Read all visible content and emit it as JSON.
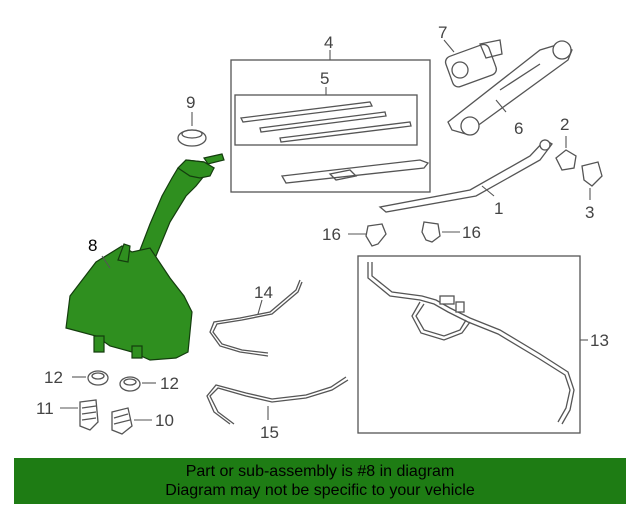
{
  "diagram": {
    "highlight_color": "#2f8f1f",
    "parts": [
      {
        "id": "1",
        "label": "1"
      },
      {
        "id": "2",
        "label": "2"
      },
      {
        "id": "3",
        "label": "3"
      },
      {
        "id": "4",
        "label": "4"
      },
      {
        "id": "5",
        "label": "5"
      },
      {
        "id": "6",
        "label": "6"
      },
      {
        "id": "7",
        "label": "7"
      },
      {
        "id": "8",
        "label": "8",
        "highlighted": true
      },
      {
        "id": "9",
        "label": "9"
      },
      {
        "id": "10",
        "label": "10"
      },
      {
        "id": "11",
        "label": "11"
      },
      {
        "id": "12a",
        "label": "12"
      },
      {
        "id": "12b",
        "label": "12"
      },
      {
        "id": "13",
        "label": "13"
      },
      {
        "id": "14",
        "label": "14"
      },
      {
        "id": "15",
        "label": "15"
      },
      {
        "id": "16a",
        "label": "16"
      },
      {
        "id": "16b",
        "label": "16"
      }
    ]
  },
  "banner": {
    "line1": "Part or sub-assembly is #8 in diagram",
    "line2": "Diagram may not be specific to your vehicle",
    "background": "#1e7c14"
  }
}
